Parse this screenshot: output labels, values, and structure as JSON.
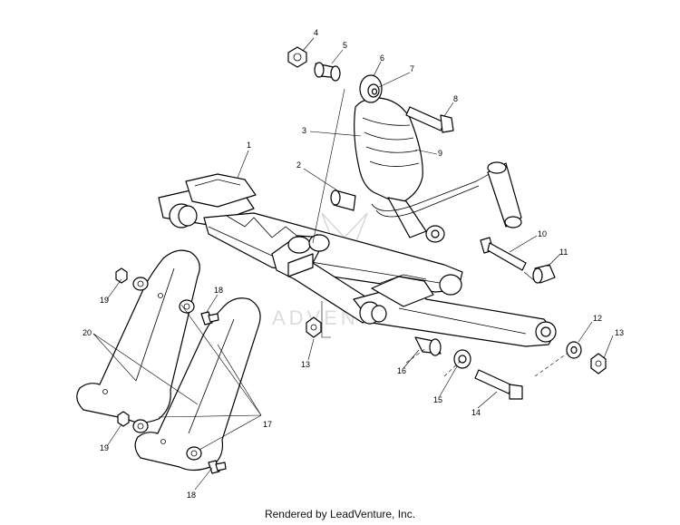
{
  "callouts": [
    {
      "id": "c1",
      "label": "1"
    },
    {
      "id": "c2",
      "label": "2"
    },
    {
      "id": "c3",
      "label": "3"
    },
    {
      "id": "c4",
      "label": "4"
    },
    {
      "id": "c5",
      "label": "5"
    },
    {
      "id": "c6",
      "label": "6"
    },
    {
      "id": "c7",
      "label": "7"
    },
    {
      "id": "c8",
      "label": "8"
    },
    {
      "id": "c9",
      "label": "9"
    },
    {
      "id": "c10",
      "label": "10"
    },
    {
      "id": "c11",
      "label": "11"
    },
    {
      "id": "c12",
      "label": "12"
    },
    {
      "id": "c13a",
      "label": "13"
    },
    {
      "id": "c13b",
      "label": "13"
    },
    {
      "id": "c14",
      "label": "14"
    },
    {
      "id": "c15",
      "label": "15"
    },
    {
      "id": "c16",
      "label": "16"
    },
    {
      "id": "c17",
      "label": "17"
    },
    {
      "id": "c18a",
      "label": "18"
    },
    {
      "id": "c18b",
      "label": "18"
    },
    {
      "id": "c19a",
      "label": "19"
    },
    {
      "id": "c19b",
      "label": "19"
    },
    {
      "id": "c20",
      "label": "20"
    }
  ],
  "watermark": "ADVENTURE",
  "footer": "Rendered by LeadVenture, Inc."
}
